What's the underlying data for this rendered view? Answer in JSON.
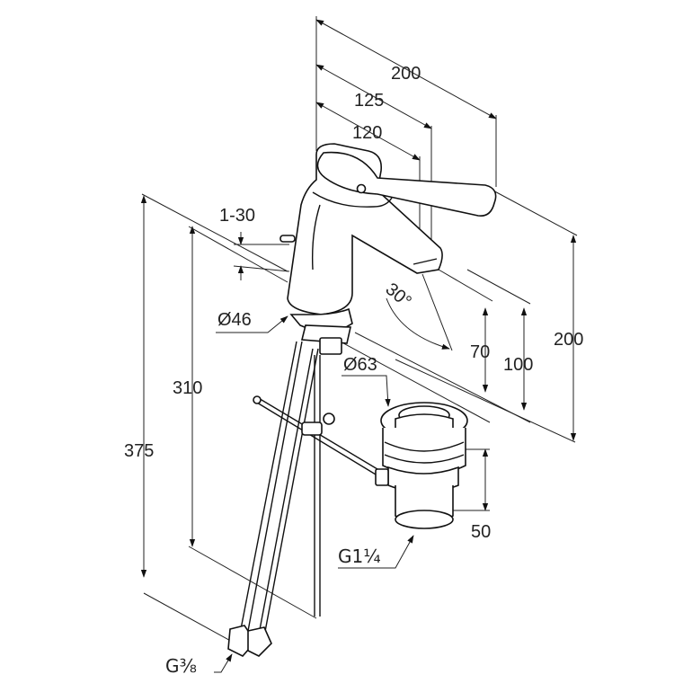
{
  "labels": {
    "dim_200_top": "200",
    "dim_125": "125",
    "dim_120": "120",
    "dim_1_30": "1-30",
    "dim_dia46": "Ø46",
    "dim_30deg": "30°",
    "dim_dia63": "Ø63",
    "dim_310": "310",
    "dim_375": "375",
    "dim_70": "70",
    "dim_100": "100",
    "dim_200_right": "200",
    "dim_50": "50",
    "thread_g114": "G1¼",
    "thread_g38": "G⅜"
  }
}
